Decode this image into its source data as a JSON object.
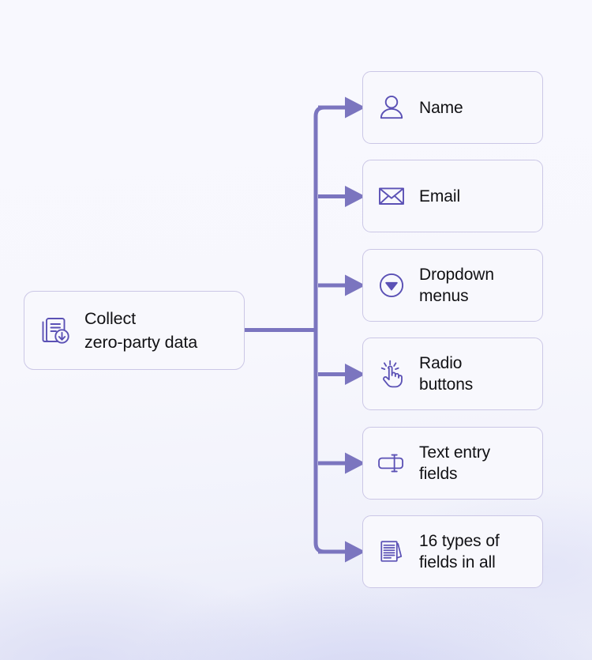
{
  "diagram": {
    "type": "mindmap-tree",
    "title_node": {
      "label": "Collect\nzero-party data",
      "icon": "documents-download-icon"
    },
    "branches": [
      {
        "label": "Name",
        "icon": "user-icon"
      },
      {
        "label": "Email",
        "icon": "envelope-icon"
      },
      {
        "label": "Dropdown\nmenus",
        "icon": "dropdown-circle-icon"
      },
      {
        "label": "Radio\nbuttons",
        "icon": "tap-hand-icon"
      },
      {
        "label": "Text entry\nfields",
        "icon": "text-input-cursor-icon"
      },
      {
        "label": "16 types of\nfields in all",
        "icon": "document-stack-icon"
      }
    ],
    "colors": {
      "line": "#7b75bf",
      "icon_stroke": "#5b51b5",
      "card_border": "#cbc7e6",
      "card_fill": "#f8f8fd",
      "text": "#111114",
      "background_top": "#f8f8fe",
      "background_bottom": "#e7e9f8"
    }
  }
}
